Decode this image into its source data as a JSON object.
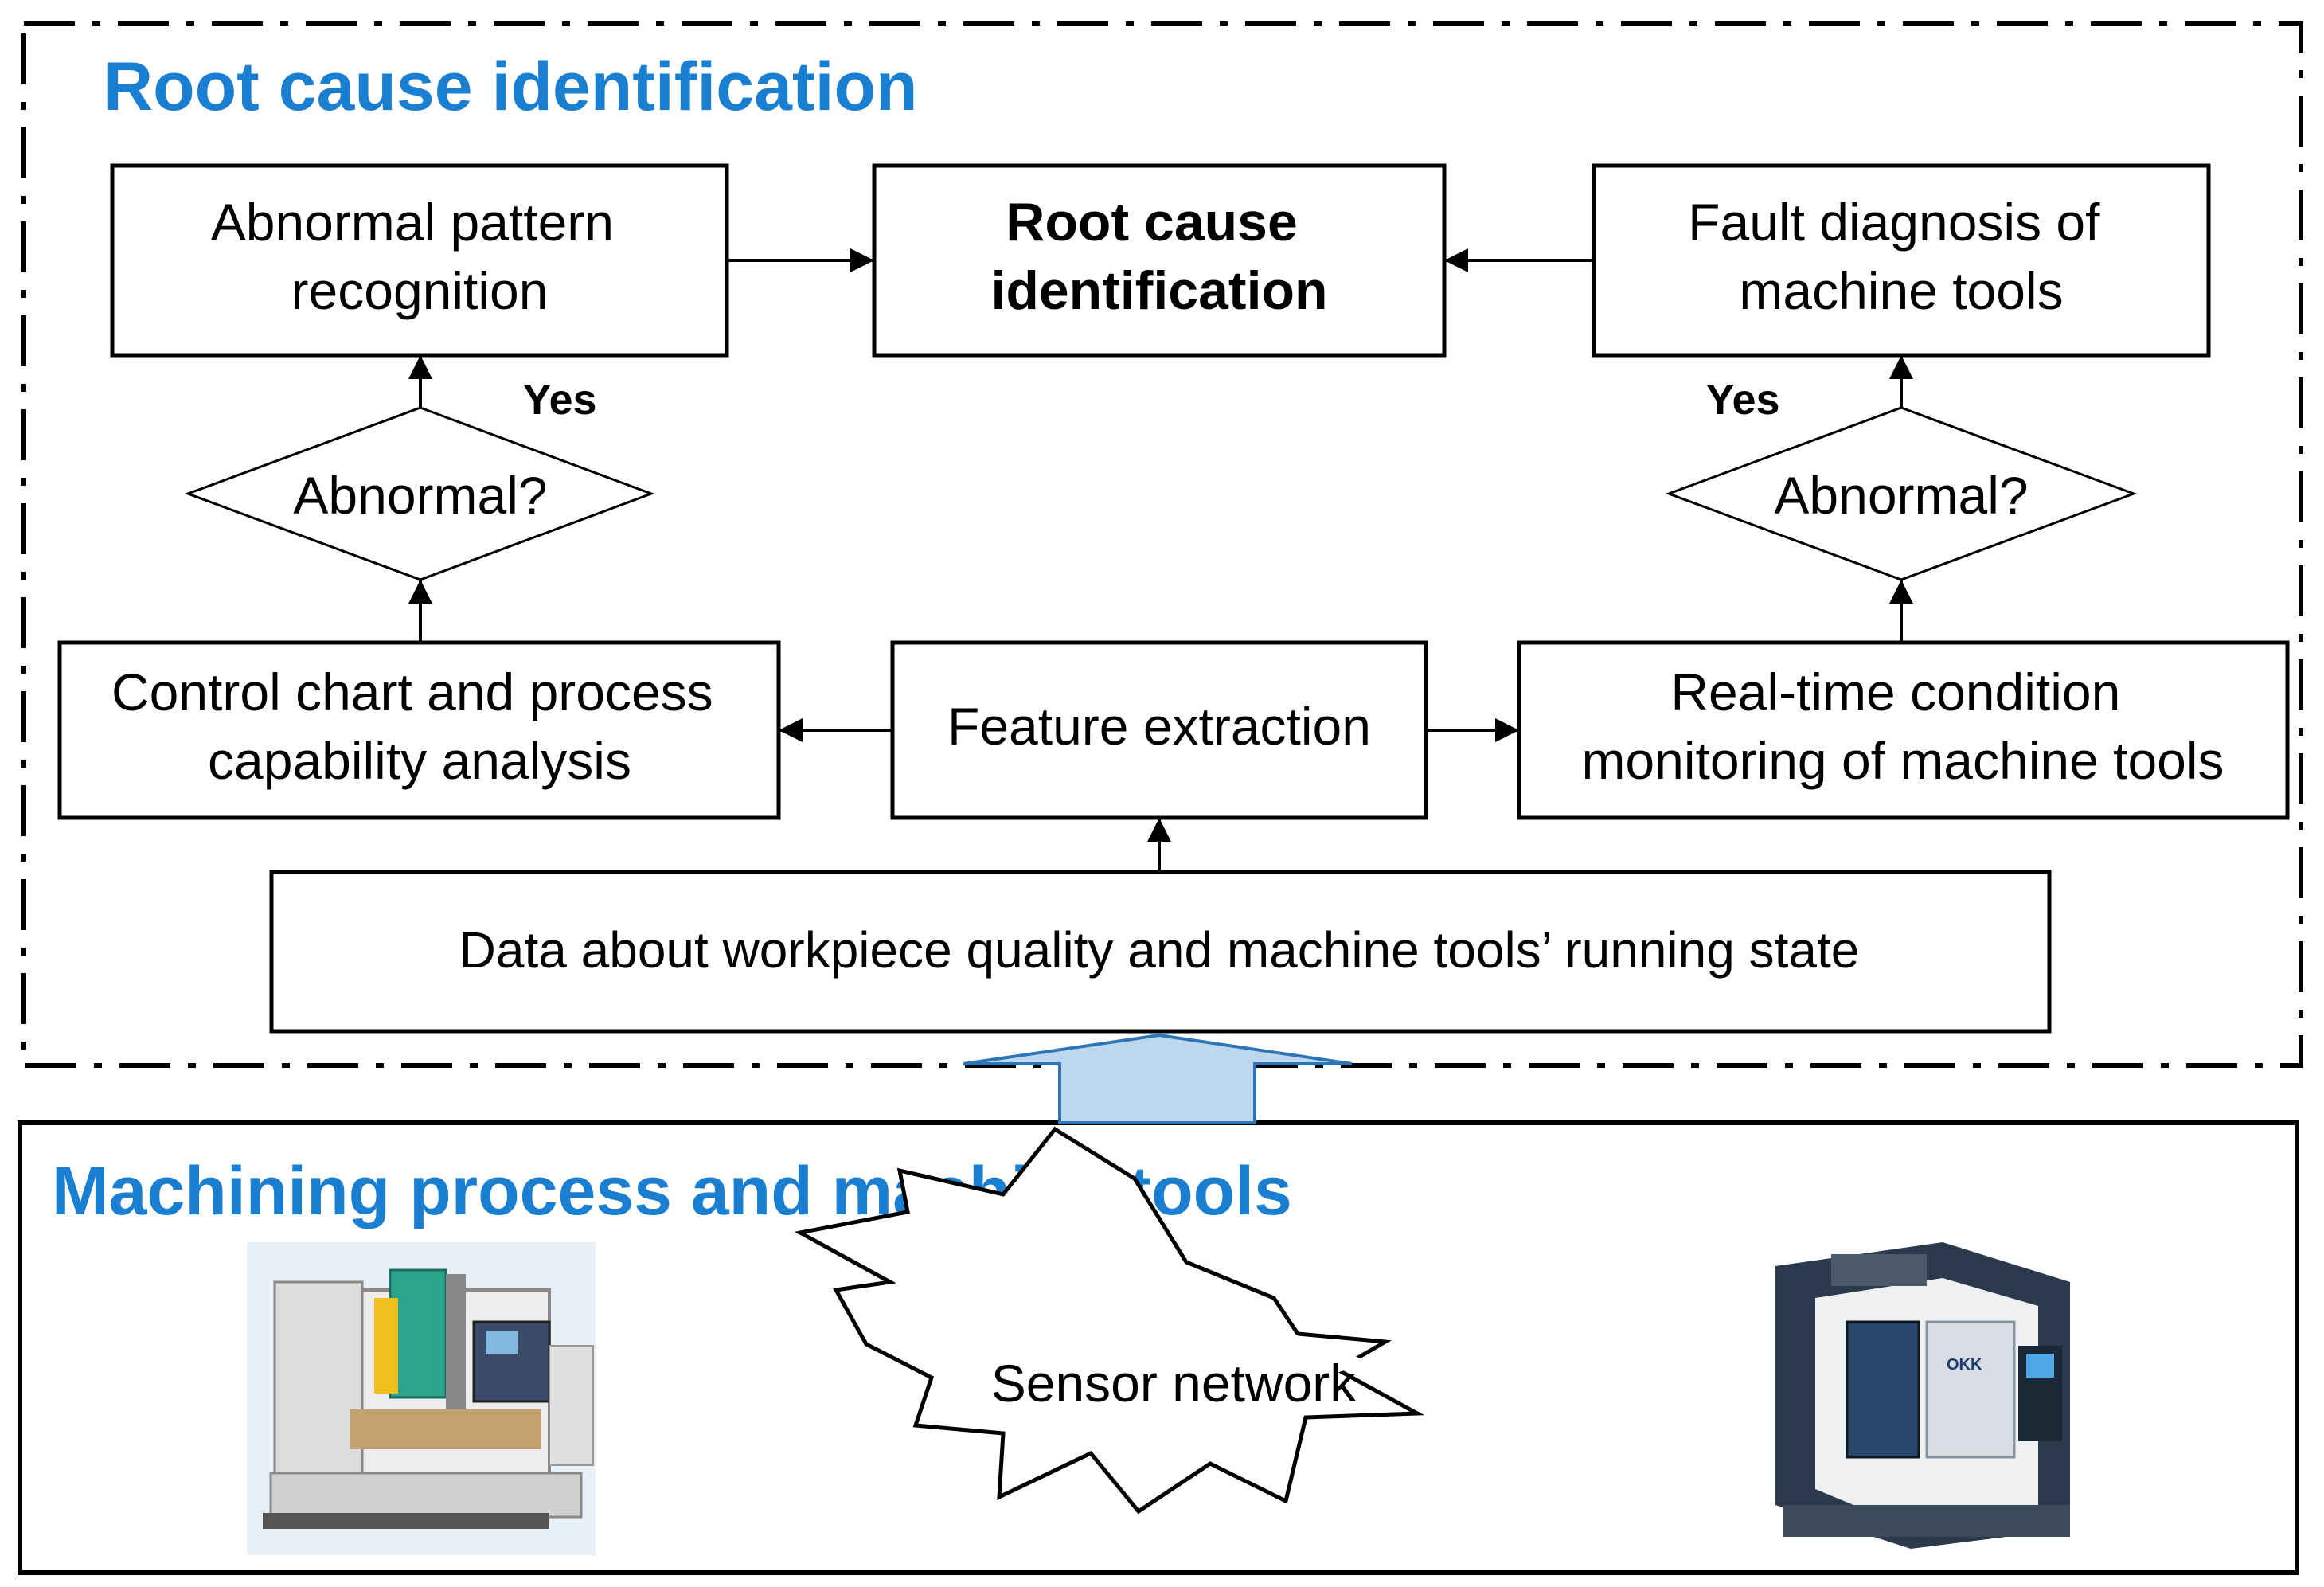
{
  "colors": {
    "title_blue": "#1a7fd0",
    "accent_red": "#e8141b",
    "up_arrow_fill": "#bdd7ee",
    "up_arrow_stroke": "#2e75b6",
    "line": "#000000"
  },
  "regions": {
    "top_title": "Root cause identification",
    "bottom_title": "Machining process and machine tools"
  },
  "nodes": {
    "abnormal_pattern": [
      "Abnormal pattern",
      "recognition"
    ],
    "root_cause": [
      "Root cause",
      "identification"
    ],
    "fault_diagnosis": [
      "Fault diagnosis of",
      "machine tools"
    ],
    "decision_left": "Abnormal?",
    "decision_right": "Abnormal?",
    "yes_left": "Yes",
    "yes_right": "Yes",
    "control_chart": [
      "Control chart and process",
      "capability analysis"
    ],
    "feature_extraction": "Feature extraction",
    "realtime_monitoring": [
      "Real-time condition",
      "monitoring of machine tools"
    ],
    "data_box": "Data about workpiece quality and machine tools’ running state",
    "sensor_network": "Sensor network"
  },
  "icons": {
    "left_machine": "cnc-machine-icon",
    "right_machine": "machining-center-icon"
  }
}
